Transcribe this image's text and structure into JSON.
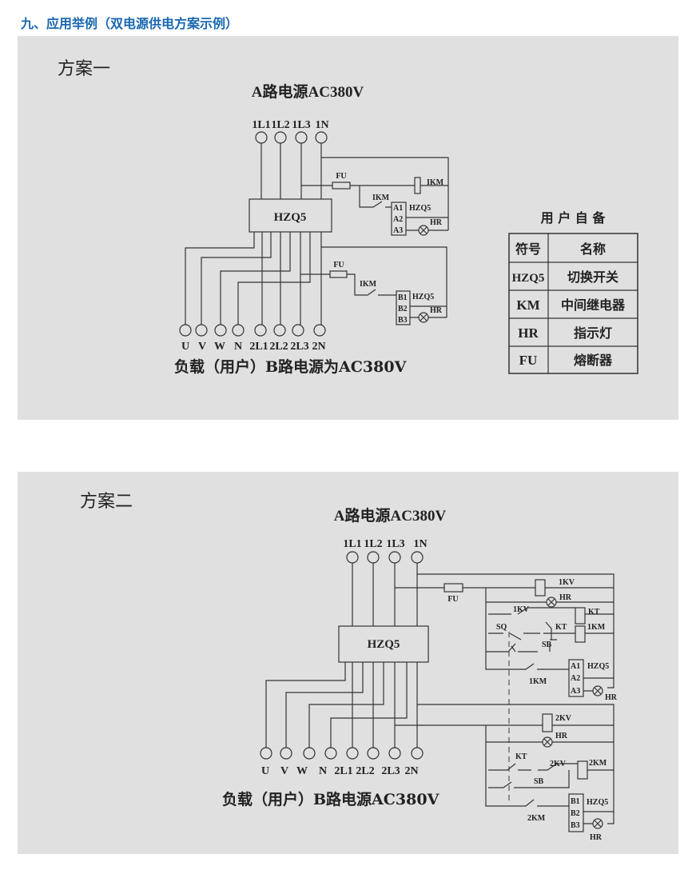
{
  "page_title": "九、应用举例（双电源供电方案示例）",
  "colors": {
    "title": "#1a68b0",
    "panel": "#e0e0e0"
  },
  "scheme1": {
    "heading": "方案一",
    "source_a": "A路电源AC380V",
    "inputs": [
      "1L1",
      "1L2",
      "1L3",
      "1N"
    ],
    "switch": "HZQ5",
    "outputs": [
      "U",
      "V",
      "W",
      "N",
      "2L1",
      "2L2",
      "2L3",
      "2N"
    ],
    "caption": "负载（用户）B路电源为AC380V",
    "labels": {
      "fu": "FU",
      "km": "IKM",
      "hr": "HR",
      "hzq5": "HZQ5",
      "a": [
        "A1",
        "A2",
        "A3"
      ],
      "b": [
        "B1",
        "B2",
        "B3"
      ]
    }
  },
  "legend": {
    "title": "用 户 自 备",
    "headers": [
      "符号",
      "名称"
    ],
    "rows": [
      [
        "HZQ5",
        "切换开关"
      ],
      [
        "KM",
        "中间继电器"
      ],
      [
        "HR",
        "指示灯"
      ],
      [
        "FU",
        "熔断器"
      ]
    ]
  },
  "scheme2": {
    "heading": "方案二",
    "source_a": "A路电源AC380V",
    "inputs": [
      "1L1",
      "1L2",
      "1L3",
      "1N"
    ],
    "switch": "HZQ5",
    "outputs": [
      "U",
      "V",
      "W",
      "N",
      "2L1",
      "2L2",
      "2L3",
      "2N"
    ],
    "caption": "负载（用户）B路电源AC380V",
    "labels": {
      "fu": "FU",
      "kv1": "1KV",
      "kv2": "2KV",
      "kt": "KT",
      "km1": "1KM",
      "km2": "2KM",
      "sq": "SQ",
      "sb": "SB",
      "hr": "HR",
      "hzq5": "HZQ5",
      "a": [
        "A1",
        "A2",
        "A3"
      ],
      "b": [
        "B1",
        "B2",
        "B3"
      ]
    }
  }
}
